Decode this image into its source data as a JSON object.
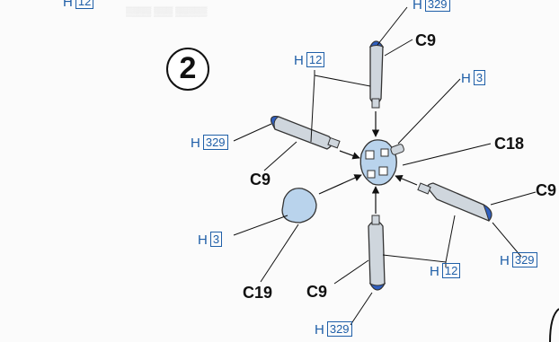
{
  "step": {
    "number": "2"
  },
  "top_fragment": {
    "prefix": "H",
    "code": "12"
  },
  "labels": {
    "h329_top": {
      "prefix": "H",
      "code": "329"
    },
    "h12_top": {
      "prefix": "H",
      "code": "12"
    },
    "h3_right": {
      "prefix": "H",
      "code": "3"
    },
    "h329_left": {
      "prefix": "H",
      "code": "329"
    },
    "h3_left": {
      "prefix": "H",
      "code": "3"
    },
    "h12_bottom": {
      "prefix": "H",
      "code": "12"
    },
    "h329_right": {
      "prefix": "H",
      "code": "329"
    },
    "h329_bottom": {
      "prefix": "H",
      "code": "329"
    }
  },
  "codes": {
    "c9_top": "C9",
    "c9_left": "C9",
    "c9_right": "C9",
    "c9_bottom": "C9",
    "c18": "C18",
    "c19": "C19"
  },
  "colors": {
    "label_blue": "#1f5fa8",
    "part_gray": "#cfd6dd",
    "part_blue": "#b9d3ec",
    "tip_blue": "#2f5fc0",
    "ink": "#111111"
  }
}
